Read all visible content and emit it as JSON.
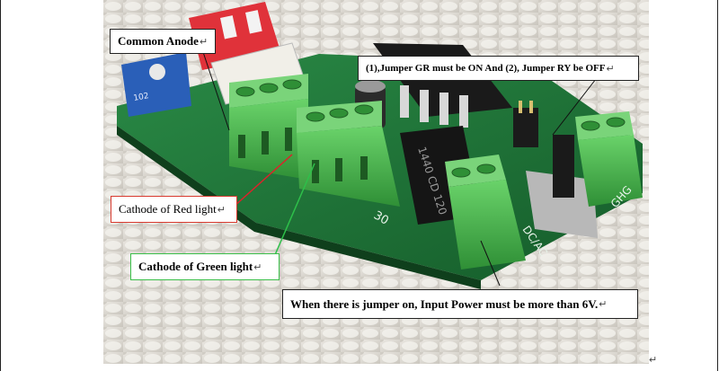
{
  "callouts": {
    "common_anode": "Common Anode",
    "jumper_note": "(1),Jumper GR must be ON And (2), Jumper RY be OFF",
    "cathode_red": "Cathode of Red light",
    "cathode_green": "Cathode of Green light",
    "power_note": "When there is jumper on, Input Power must be more than 6V."
  },
  "paragraph_mark": "↵",
  "board_labels": {
    "label_30": "30",
    "label_ghg": "GHG",
    "label_dcac": "DC/AC",
    "label_cap": "1440 CD 120"
  },
  "colors": {
    "terminal_green": "#4cb84c",
    "pcb_green": "#1f7a3a",
    "dip_red": "#e0323a",
    "trimmer_blue": "#2a5fb8",
    "red_pointer": "#e0202a",
    "green_pointer": "#2ec04a"
  }
}
